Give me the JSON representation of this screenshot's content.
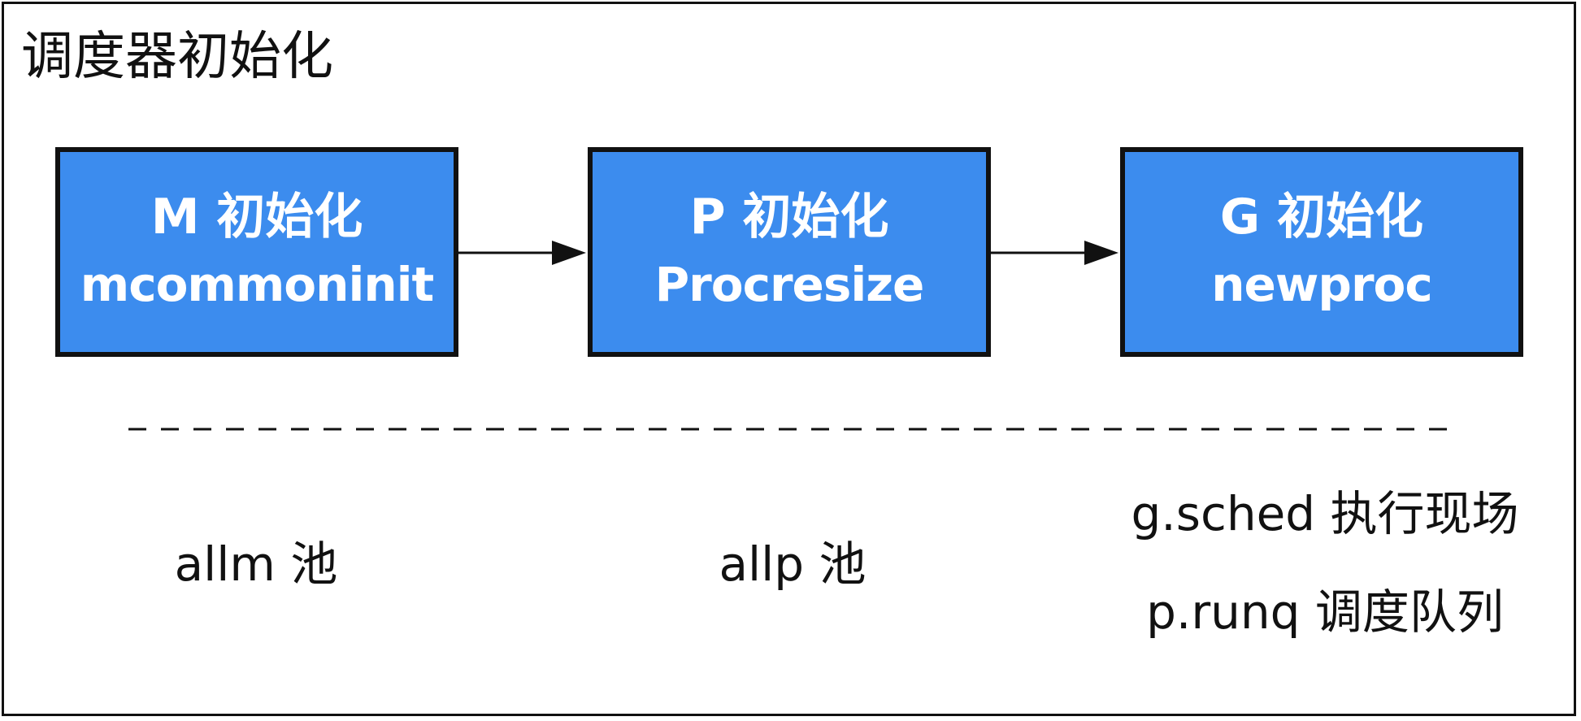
{
  "title": "调度器初始化",
  "stages": [
    {
      "heading": "M 初始化",
      "function": "mcommoninit"
    },
    {
      "heading": "P 初始化",
      "function": "Procresize"
    },
    {
      "heading": "G 初始化",
      "function": "newproc"
    }
  ],
  "notes": {
    "m": "allm 池",
    "p": "allp 池",
    "g": [
      "g.sched 执行现场",
      "p.runq 调度队列"
    ]
  },
  "colors": {
    "box_fill": "#3c8cee",
    "box_border": "#111111",
    "box_text": "#ffffff",
    "arrow": "#111111",
    "text": "#111111"
  }
}
